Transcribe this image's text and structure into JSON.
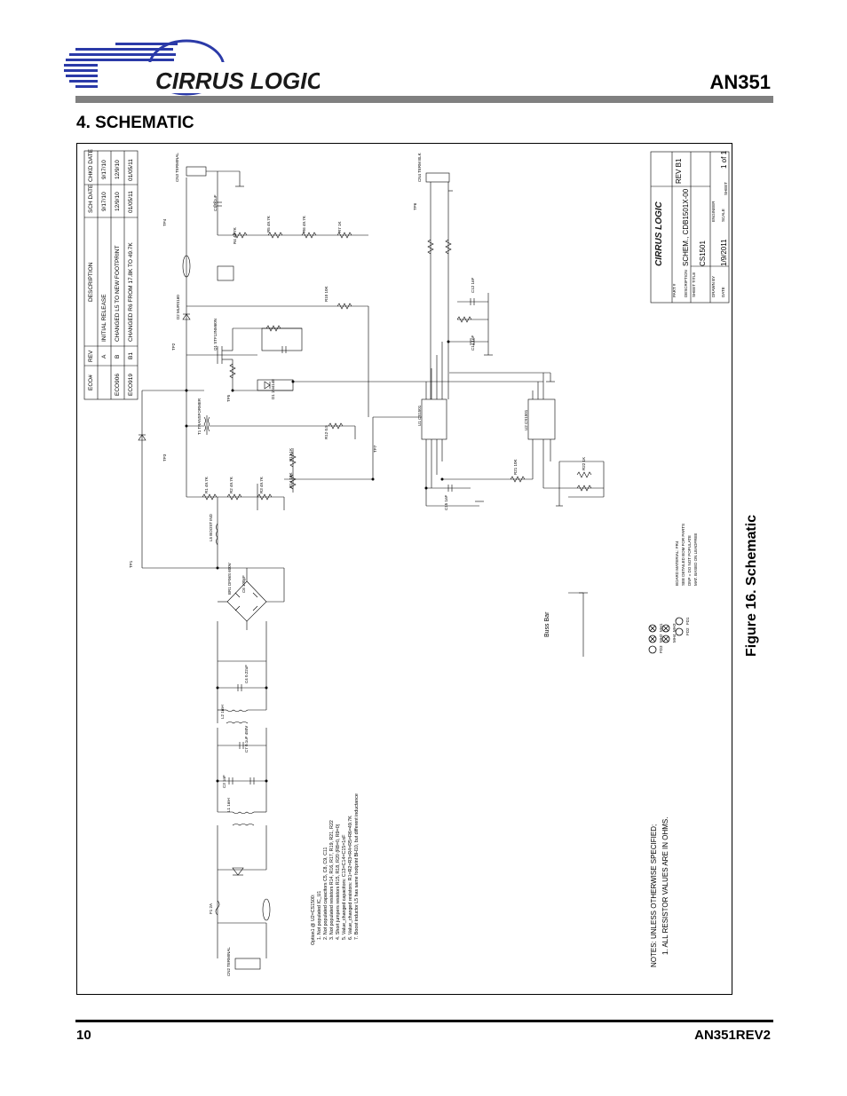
{
  "header": {
    "company_name": "CIRRUS LOGIC",
    "doc_id": "AN351"
  },
  "section_title": "4. SCHEMATIC",
  "figure_caption": "Figure 16. Schematic",
  "revision_table": {
    "headers": [
      "ECO#",
      "REV",
      "DESCRIPTION",
      "SCH DATE",
      "CHKD DATE"
    ],
    "rows": [
      {
        "eco": "",
        "rev": "A",
        "description": "INITIAL RELEASE",
        "sch_date": "9/17/10",
        "chkd_date": "9/17/10"
      },
      {
        "eco": "ECO906",
        "rev": "B",
        "description": "CHANGED L5 TO NEW FOOTPRINT",
        "sch_date": "12/9/10",
        "chkd_date": "12/9/10"
      },
      {
        "eco": "ECO919",
        "rev": "B1",
        "description": "CHANGED R6 FROM 17.8K TO 49.7K",
        "sch_date": "01/05/11",
        "chkd_date": "01/05/11"
      }
    ]
  },
  "title_block": {
    "part_label": "PART #",
    "description_label": "DESCRIPTION",
    "sheet_title_label": "SHEET TITLE",
    "drawn_by_label": "DRAWN BY",
    "date_label": "DATE",
    "rev": "REV B1",
    "description": "SCHEM., CDB1501X-00",
    "sheet_title": "CS1501",
    "date": "1/9/2011",
    "engineer_label": "ENGINEER",
    "scale_label": "SCALE",
    "sheet_label": "SHEET",
    "sheet": "1 of 1",
    "logo": "CIRRUS LOGIC"
  },
  "notes": {
    "line1": "NOTES: UNLESS OTHERWISE SPECIFIED;",
    "line2": "1. ALL RESISTOR VALUES ARE IN OHMS."
  },
  "options": {
    "title": "Option1 @ U2=CS1500:",
    "items": [
      "1. Not populated IC_U1",
      "2. Not populated capacitors C5, C8, C9, C11",
      "3. Not populated resistors R14, R16, R17, R19, R21, R22",
      "4. Short jumpers resistors R15, R18, R20 (R8=0, R9=0)",
      "5. Value_changed capacitors: C13=C14=C15=1nF",
      "6. Value_changed resistors: R1=R2=R3=R4=R5=R6=49.7K",
      "7. Boost inductor L5 has same footprint BH10, but different inductance"
    ]
  },
  "bus_bar": "Buss Bar",
  "mech_labels": [
    "MH1",
    "MH2",
    "MH3",
    "MH4",
    "FD1",
    "FD2",
    "FD3"
  ],
  "legend_lines": [
    "BOARD MATERIAL: FR4",
    "SEE DETAILED BOM FOR PARTS",
    "DNP = DO NOT POPULATE",
    "MAT. BASED ON LEADFREE"
  ],
  "components": {
    "conn_in": "CN2 TERMINAL",
    "conn_out1": "CN3 TERMINAL",
    "conn_out2": "CN4 TERM BLK",
    "u1": "U1 CS1501",
    "u2": "U2 CS1501",
    "q1": "Q1 STF13NM60N",
    "bridge": "BR1 DF06S 600V",
    "d1": "D1 1N4148",
    "d2": "D2 MURS160",
    "l1": "L1 1mH",
    "l2": "L2 1mH",
    "l5": "L5 BOOST IND",
    "t1": "T1 TRANSFORMER",
    "f1": "F1 2A",
    "c4": "C4 0.22uF",
    "c7": "C7 0.1uF 450V",
    "resistors": [
      "R1 49.7K",
      "R2 49.7K",
      "R3 49.7K",
      "R4 49.7K",
      "R5 49.7K",
      "R6 49.7K",
      "R7 1K",
      "R8 0",
      "R9 0",
      "R10 10K",
      "R11 10",
      "R12 0.5",
      "R13 1K",
      "R14 10K",
      "R15 0",
      "R16 10K",
      "R17 10K",
      "R18 0",
      "R19 1K",
      "R20 0",
      "R21 10K",
      "R22 1K"
    ],
    "caps": [
      "C1 0.1uF",
      "C2 10uF",
      "C3 1nF",
      "C5 47nF",
      "C6 100pF",
      "C8 1uF",
      "C9 1uF",
      "C10 10nF",
      "C11 0.1uF",
      "C12 1nF",
      "C13 1nF",
      "C14 1nF",
      "C15 1nF"
    ],
    "tps": [
      "TP1",
      "TP2",
      "TP3",
      "TP4",
      "TP5",
      "TP6",
      "TP7",
      "TP8"
    ]
  },
  "colors": {
    "header_rule": "#808080",
    "logo_blue": "#2b3aa8",
    "logo_red": "#c2202e"
  }
}
